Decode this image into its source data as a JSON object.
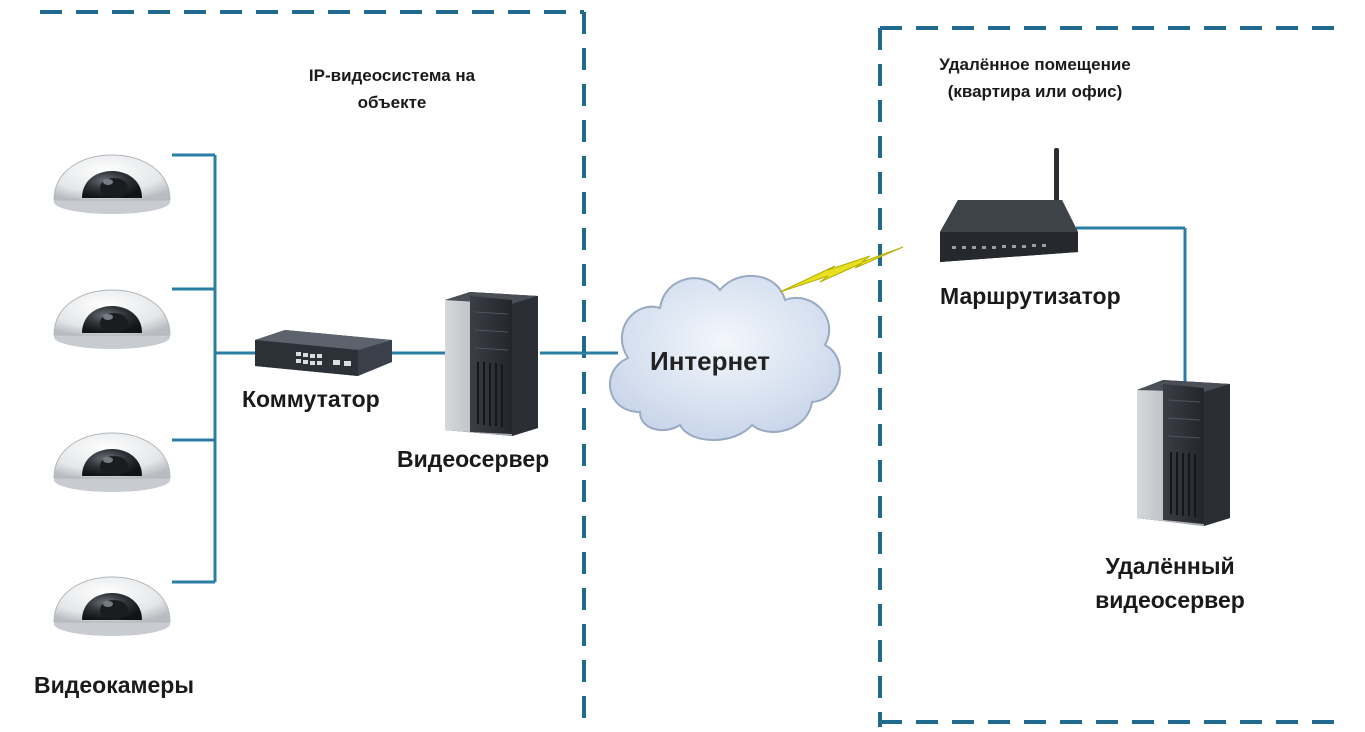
{
  "zones": {
    "local_title_line1": "IP-видеосистема на",
    "local_title_line2": "объекте",
    "remote_title_line1": "Удалённое помещение",
    "remote_title_line2": "(квартира или офис)"
  },
  "devices": {
    "cameras_label": "Видеокамеры",
    "switch_label": "Коммутатор",
    "videoserver_label": "Видеосервер",
    "internet_label": "Интернет",
    "router_label": "Маршрутизатор",
    "remote_server_line1": "Удалённый",
    "remote_server_line2": "видеосервер"
  },
  "colors": {
    "zone_border": "#1f6a8e",
    "link": "#2a7ea3",
    "lightning": "#e8e020",
    "device_dark": "#2b2f35",
    "cloud_fill": "#dfe9f6",
    "cloud_stroke": "#9aaac2"
  },
  "icons": [
    "dome-camera-icon",
    "network-switch-icon",
    "tower-server-icon",
    "cloud-icon",
    "lightning-icon",
    "wifi-router-icon"
  ]
}
